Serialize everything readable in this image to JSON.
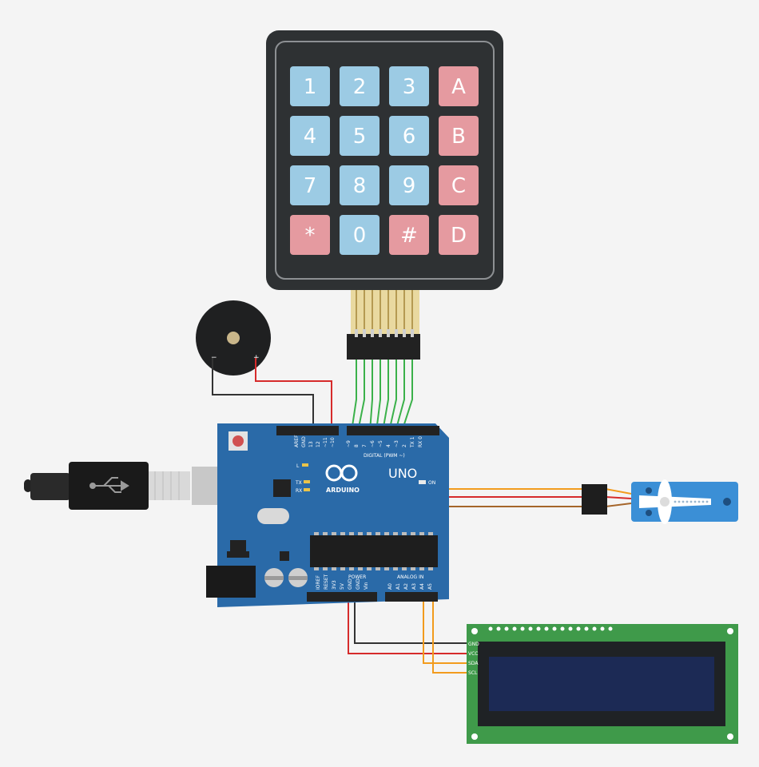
{
  "keypad": {
    "keys": [
      {
        "label": "1",
        "type": "num"
      },
      {
        "label": "2",
        "type": "num"
      },
      {
        "label": "3",
        "type": "num"
      },
      {
        "label": "A",
        "type": "fn"
      },
      {
        "label": "4",
        "type": "num"
      },
      {
        "label": "5",
        "type": "num"
      },
      {
        "label": "6",
        "type": "num"
      },
      {
        "label": "B",
        "type": "fn"
      },
      {
        "label": "7",
        "type": "num"
      },
      {
        "label": "8",
        "type": "num"
      },
      {
        "label": "9",
        "type": "num"
      },
      {
        "label": "C",
        "type": "fn"
      },
      {
        "label": "*",
        "type": "fn"
      },
      {
        "label": "0",
        "type": "num"
      },
      {
        "label": "#",
        "type": "fn"
      },
      {
        "label": "D",
        "type": "fn"
      }
    ]
  },
  "arduino": {
    "model": "UNO",
    "brand": "ARDUINO",
    "digital_label": "DIGITAL (PWM ~)",
    "power_label": "POWER",
    "analog_label": "ANALOG IN",
    "on_label": "ON",
    "l_label": "L",
    "tx_label": "TX",
    "rx_label": "RX",
    "digital_pins": [
      "AREF",
      "GND",
      "13",
      "12",
      "~11",
      "~10",
      "~9",
      "8",
      "7",
      "~6",
      "~5",
      "4",
      "~3",
      "2",
      "TX 1",
      "RX 0"
    ],
    "power_pins": [
      "IOREF",
      "RESET",
      "3V3",
      "5V",
      "GND",
      "GND",
      "Vin"
    ],
    "analog_pins": [
      "A0",
      "A1",
      "A2",
      "A3",
      "A4",
      "A5"
    ]
  },
  "buzzer": {
    "minus_label": "−",
    "plus_label": "+"
  },
  "lcd": {
    "pins": [
      "GND",
      "VCC",
      "SDA",
      "SCL"
    ]
  },
  "colors": {
    "background": "#f4f4f4",
    "board": "#2a6aa8",
    "keypad_body": "#2e3133",
    "key_num": "#9ccbe4",
    "key_fn": "#e59aa0",
    "wire_green": "#3bb14a",
    "wire_red": "#d62b2b",
    "wire_black": "#333333",
    "wire_orange": "#f29b1d",
    "wire_brown": "#a5652a",
    "lcd_board": "#3f9a4a",
    "lcd_screen": "#1c2a55",
    "servo": "#3b8fd6"
  },
  "icons": [
    "usb-icon",
    "arduino-infinity-logo-icon"
  ]
}
